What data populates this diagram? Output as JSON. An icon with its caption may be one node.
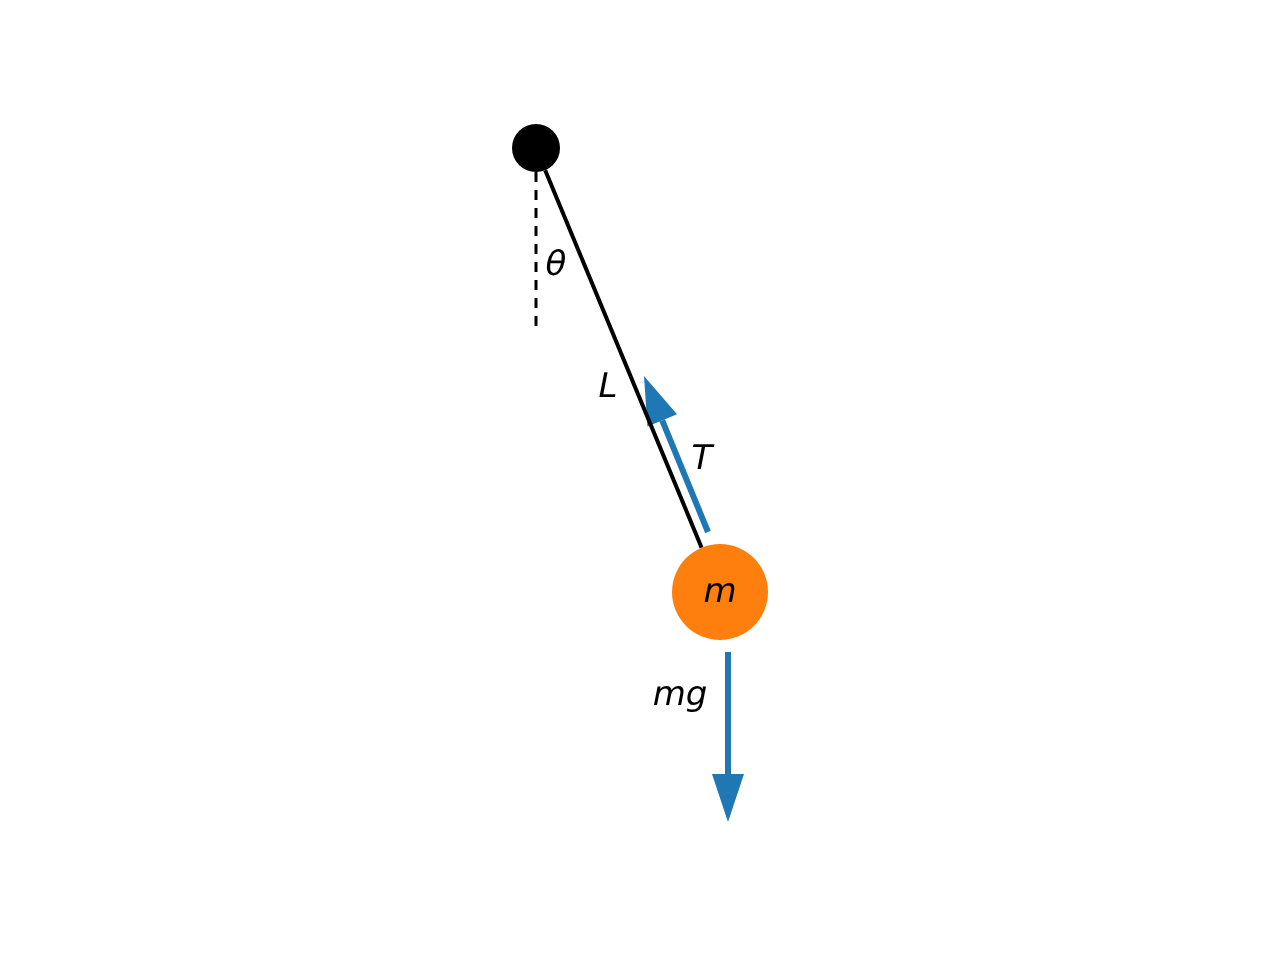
{
  "diagram": {
    "nodes": [
      {
        "text": [],
        "shape": "circle"
      },
      {
        "text": [
          "m"
        ]
      }
    ],
    "edges": [
      {
        "from": 0,
        "to": 1,
        "arrow": "none",
        "label": "L"
      }
    ],
    "labels": [
      "θ",
      "T",
      "mg"
    ]
  }
}
